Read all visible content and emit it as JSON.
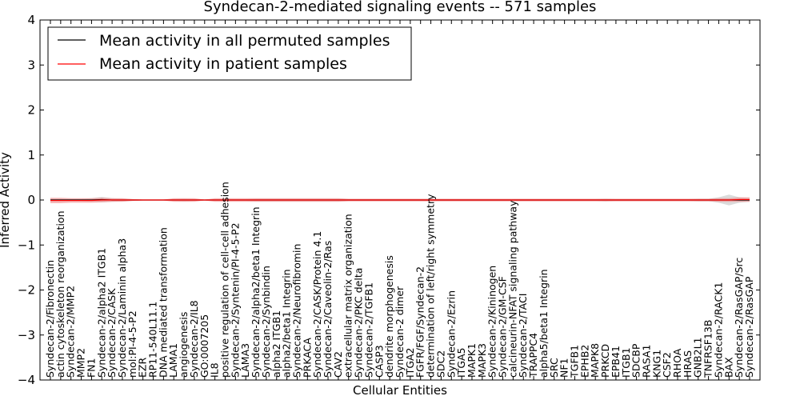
{
  "chart_data": {
    "type": "line",
    "title": "Syndecan-2-mediated signaling events -- 571 samples",
    "xlabel": "Cellular Entities",
    "ylabel": "Inferred Activity",
    "ylim": [
      -4,
      4
    ],
    "yticks": [
      "4",
      "3",
      "2",
      "1",
      "0",
      "−1",
      "−2",
      "−3",
      "−4"
    ],
    "grid": false,
    "legend_position": "top-left",
    "categories": [
      "Syndecan-2/Fibronectin",
      "actin cytoskeleton reorganization",
      "Syndecan-2/MMP2",
      "MMP2",
      "FN1",
      "Syndecan-2/alpha2 ITGB1",
      "Syndecan-2/CASK",
      "Syndecan-2/Laminin alpha3",
      "mol:PI-4-5-P2",
      "EZR",
      "RP11-540L11.1",
      "DNA mediated transformation",
      "LAMA1",
      "angiogenesis",
      "Syndecan-2/IL8",
      "GO:0007205",
      "IL8",
      "positive regulation of cell-cell adhesion",
      "Syndecan-2/Syntenin/PI-4-5-P2",
      "LAMA3",
      "Syndecan-2/alpha2/beta1 Integrin",
      "Syndecan-2/Synbindin",
      "alpha2 ITGB1",
      "alpha2/beta1 Integrin",
      "Syndecan-2/Neurofibromin",
      "PRKACA",
      "Syndecan-2/CASK/Protein 4.1",
      "Syndecan-2/Caveolin-2/Ras",
      "CAV2",
      "extracellular matrix organization",
      "Syndecan-2/PKC delta",
      "Syndecan-2/TGFB1",
      "CASP3",
      "dendrite morphogenesis",
      "Syndecan-2 dimer",
      "ITGA2",
      "FGFR/FGF/Syndecan-2",
      "determination of left/right symmetry",
      "SDC2",
      "Syndecan-2/Ezrin",
      "ITGA5",
      "MAPK1",
      "MAPK3",
      "Syndecan-2/Kininogen",
      "Syndecan-2/GM-CSF",
      "calcineurin-NFAT signaling pathway",
      "Syndecan-2/TACI",
      "TRAPPC4",
      "alpha5/beta1 Integrin",
      "SRC",
      "NF1",
      "TGFB1",
      "EPHB2",
      "MAPK8",
      "PRKCD",
      "EPB41",
      "ITGB1",
      "SDCBP",
      "RASA1",
      "KNG1",
      "CSF2",
      "RHOA",
      "HRAS",
      "GNB2L1",
      "TNFRSF13B",
      "Syndecan-2/RACK1",
      "BAX",
      "Syndecan-2/RasGAP/Src",
      "Syndecan-2/RasGAP"
    ],
    "series": [
      {
        "name": "Mean activity in all permuted samples",
        "color": "#000000",
        "values": [
          0.0,
          0.0,
          0.0,
          0.0,
          0.0,
          0.01,
          0.0,
          0.0,
          0.0,
          0.0,
          0.0,
          0.0,
          0.0,
          0.0,
          0.0,
          0.0,
          0.0,
          0.0,
          0.0,
          0.0,
          0.0,
          0.0,
          0.0,
          0.0,
          0.0,
          0.0,
          0.0,
          0.0,
          0.0,
          0.0,
          0.0,
          0.0,
          0.0,
          0.0,
          0.0,
          0.0,
          0.0,
          0.0,
          0.0,
          0.0,
          0.0,
          0.0,
          0.0,
          0.0,
          0.0,
          0.0,
          0.0,
          0.0,
          0.0,
          0.0,
          0.0,
          0.0,
          0.0,
          0.0,
          0.0,
          0.0,
          0.0,
          0.0,
          0.0,
          0.0,
          0.0,
          0.0,
          0.0,
          0.0,
          0.0,
          0.0,
          0.0,
          0.0,
          0.0
        ],
        "band": [
          0.03,
          0.03,
          0.03,
          0.03,
          0.04,
          0.06,
          0.04,
          0.03,
          0.02,
          0.01,
          0.01,
          0.01,
          0.02,
          0.03,
          0.02,
          0.01,
          0.02,
          0.02,
          0.02,
          0.02,
          0.03,
          0.03,
          0.03,
          0.03,
          0.03,
          0.03,
          0.03,
          0.03,
          0.03,
          0.02,
          0.02,
          0.02,
          0.02,
          0.02,
          0.02,
          0.02,
          0.02,
          0.02,
          0.02,
          0.02,
          0.02,
          0.02,
          0.02,
          0.02,
          0.02,
          0.02,
          0.02,
          0.02,
          0.02,
          0.02,
          0.02,
          0.02,
          0.02,
          0.02,
          0.03,
          0.02,
          0.02,
          0.02,
          0.02,
          0.02,
          0.02,
          0.02,
          0.02,
          0.03,
          0.03,
          0.06,
          0.12,
          0.06,
          0.04
        ],
        "band_color": "#999999"
      },
      {
        "name": "Mean activity in patient samples",
        "color": "#ff0000",
        "values": [
          -0.01,
          -0.01,
          -0.01,
          -0.01,
          -0.01,
          0.0,
          0.0,
          0.0,
          0.0,
          0.0,
          0.0,
          0.0,
          0.0,
          0.0,
          0.0,
          0.0,
          0.0,
          0.0,
          0.0,
          0.0,
          0.0,
          0.0,
          0.0,
          0.0,
          0.0,
          0.0,
          0.0,
          0.0,
          0.0,
          0.0,
          0.0,
          0.0,
          0.0,
          0.0,
          0.0,
          0.0,
          0.0,
          0.0,
          0.0,
          0.0,
          0.0,
          0.0,
          0.0,
          0.0,
          0.0,
          0.0,
          0.0,
          0.0,
          0.0,
          0.0,
          0.0,
          0.0,
          0.0,
          0.0,
          0.0,
          0.0,
          0.0,
          0.0,
          0.0,
          0.0,
          0.0,
          0.0,
          0.0,
          0.0,
          0.0,
          0.0,
          0.0,
          0.01,
          0.01
        ],
        "band": [
          0.06,
          0.06,
          0.05,
          0.05,
          0.05,
          0.05,
          0.04,
          0.04,
          0.02,
          0.01,
          0.01,
          0.01,
          0.04,
          0.04,
          0.04,
          0.01,
          0.04,
          0.04,
          0.04,
          0.04,
          0.04,
          0.04,
          0.04,
          0.04,
          0.04,
          0.04,
          0.04,
          0.04,
          0.04,
          0.03,
          0.03,
          0.03,
          0.03,
          0.03,
          0.03,
          0.03,
          0.03,
          0.03,
          0.03,
          0.03,
          0.03,
          0.03,
          0.03,
          0.03,
          0.03,
          0.03,
          0.03,
          0.03,
          0.03,
          0.03,
          0.03,
          0.03,
          0.03,
          0.03,
          0.03,
          0.03,
          0.03,
          0.03,
          0.03,
          0.03,
          0.03,
          0.03,
          0.03,
          0.03,
          0.03,
          0.04,
          0.04,
          0.05,
          0.05
        ],
        "band_color": "#f08080"
      }
    ]
  }
}
